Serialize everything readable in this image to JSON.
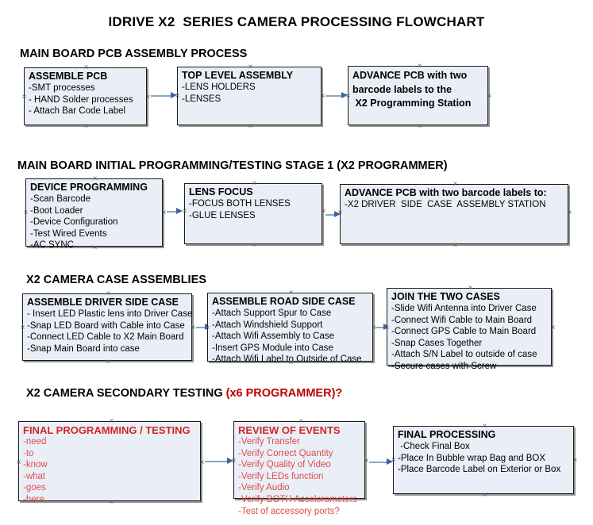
{
  "title": "IDRIVE X2  SERIES CAMERA PROCESSING FLOWCHART",
  "sections": [
    {
      "heading": "MAIN BOARD PCB ASSEMBLY PROCESS",
      "heading_accent": "",
      "boxes": [
        {
          "title": "ASSEMBLE PCB",
          "lines": [
            "-SMT processes",
            "- HAND Solder processes",
            "- Attach Bar Code Label"
          ]
        },
        {
          "title": "TOP LEVEL ASSEMBLY",
          "lines": [
            "-LENS HOLDERS",
            "-LENSES"
          ]
        },
        {
          "title_lines": [
            "ADVANCE PCB with two",
            "barcode labels to the",
            " X2 Programming Station"
          ],
          "lines": []
        }
      ]
    },
    {
      "heading": "MAIN BOARD INITIAL PROGRAMMING/TESTING STAGE 1 (X2 PROGRAMMER)",
      "heading_accent": "",
      "boxes": [
        {
          "title": "DEVICE PROGRAMMING",
          "lines": [
            "-Scan Barcode",
            "-Boot Loader",
            "-Device Configuration",
            "-Test Wired Events",
            "-AC SYNC"
          ]
        },
        {
          "title": "LENS FOCUS",
          "lines": [
            "-FOCUS BOTH LENSES",
            "-GLUE LENSES"
          ]
        },
        {
          "title": "ADVANCE PCB with two barcode labels to:",
          "lines": [
            "-X2 DRIVER  SIDE  CASE  ASSEMBLY STATION"
          ]
        }
      ]
    },
    {
      "heading": "X2 CAMERA CASE ASSEMBLIES",
      "heading_accent": "",
      "boxes": [
        {
          "title": "ASSEMBLE DRIVER SIDE CASE",
          "lines": [
            "- Insert LED Plastic lens into Driver Case",
            "-Snap LED Board with Cable into Case",
            "-Connect LED Cable to X2 Main Board",
            "-Snap Main Board into case"
          ]
        },
        {
          "title": "ASSEMBLE ROAD SIDE CASE",
          "lines": [
            "-Attach Support Spur to Case",
            "-Attach Windshield Support",
            "-Attach Wifi Assembly to Case",
            "-Insert GPS Module into Case",
            "-Attach Wifi Label to Outside of Case"
          ]
        },
        {
          "title": "JOIN THE TWO CASES",
          "lines": [
            "-Slide Wifi Antenna into Driver Case",
            "-Connect Wifi Cable to Main Board",
            "-Connect GPS Cable to Main Board",
            "-Snap Cases Together",
            "-Attach S/N Label to outside of case",
            "-Secure cases with Screw"
          ]
        }
      ]
    },
    {
      "heading": "X2 CAMERA SECONDARY TESTING ",
      "heading_accent": "(x6 PROGRAMMER)?",
      "boxes": [
        {
          "title": "FINAL PROGRAMMING / TESTING",
          "lines": [
            "-need",
            "-to",
            "-know",
            "-what",
            "-goes",
            "-here"
          ]
        },
        {
          "title": "REVIEW OF EVENTS",
          "lines": [
            "-Verify Transfer",
            "-Verify Correct Quantity",
            "-Verify Quality of Video",
            "-Verify LEDs function",
            "-Verify Audio",
            "-Verify BOTH Accelerometers",
            "-Test of accessory ports?"
          ]
        },
        {
          "title": "FINAL PROCESSING",
          "lines": [
            " -Check Final Box",
            "-Place In Bubble wrap Bag and BOX",
            "-Place Barcode Label on Exterior or Box"
          ]
        }
      ]
    }
  ],
  "colors": {
    "box_fill": "#eaeff7",
    "box_border": "#1a1a1a",
    "connector": "#8ba6c1",
    "arrow": "#3b63a8",
    "red_accent": "#c00000",
    "red_text": "#d02626"
  }
}
